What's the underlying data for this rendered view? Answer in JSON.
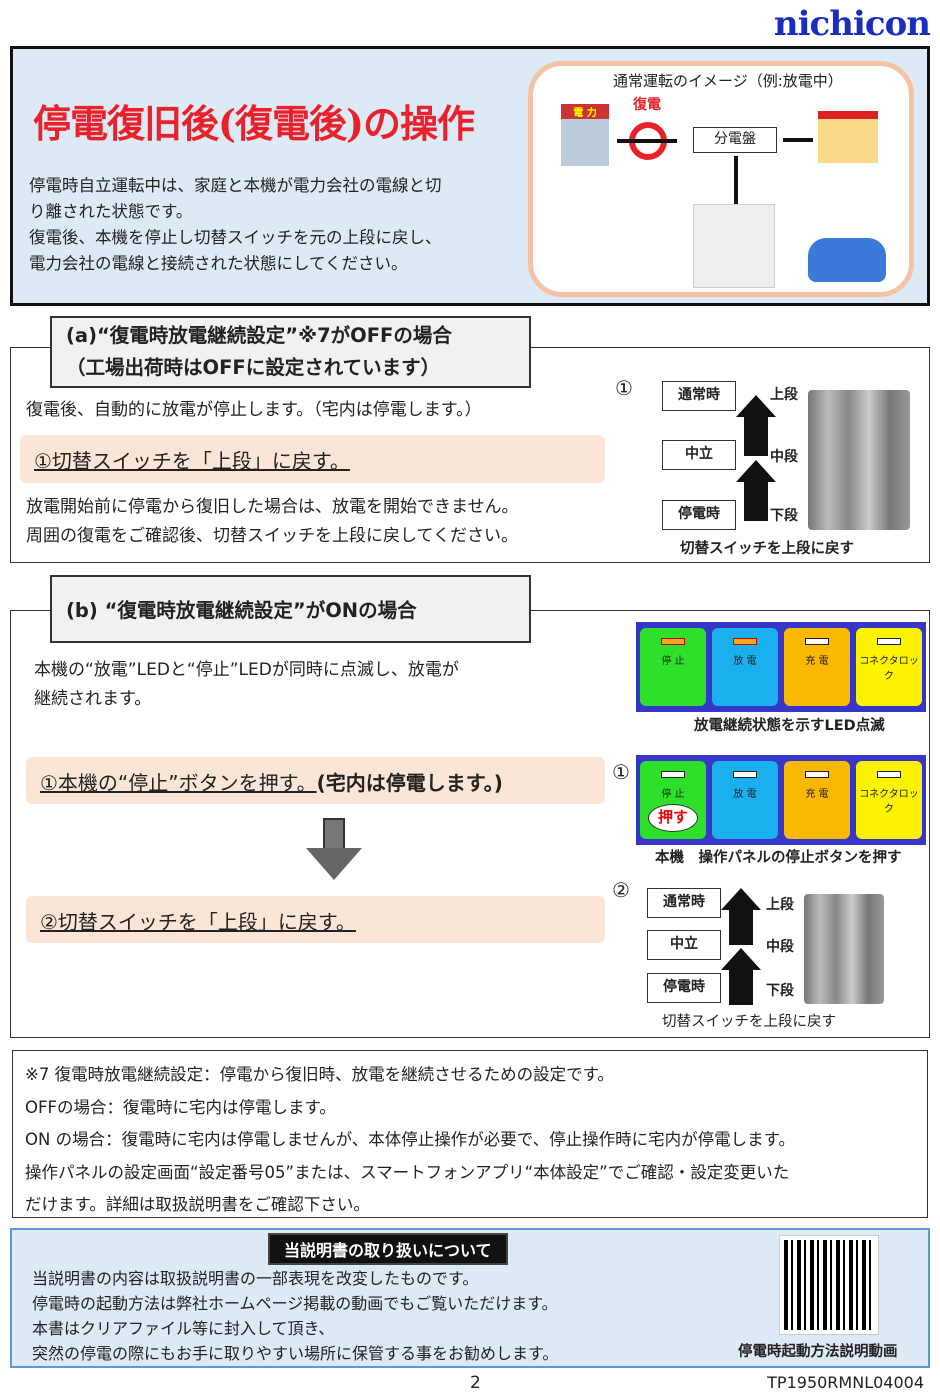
{
  "logo": "nichicon",
  "top": {
    "title": "停電復旧後(復電後)の操作",
    "intro": [
      "停電時自立運転中は、家庭と本機が電力会社の電線と切",
      "り離された状態です。",
      "復電後、本機を停止し切替スイッチを元の上段に戻し、",
      "電力会社の電線と接続された状態にしてください。"
    ],
    "diagram": {
      "title": "通常運転のイメージ（例:放電中）",
      "restore": "復電",
      "building_sign": "電 力",
      "panel": "分電盤"
    }
  },
  "a": {
    "heading1": "(a)“復電時放電継続設定”※7がOFFの場合",
    "heading2": "（工場出荷時はOFFに設定されています）",
    "text1": "復電後、自動的に放電が停止します。（宅内は停電します。）",
    "step1": "①切替スイッチを「上段」に戻す。",
    "text2": [
      "放電開始前に停電から復旧した場合は、放電を開始できません。",
      "周囲の復電をご確認後、切替スイッチを上段に戻してください。"
    ],
    "num": "①",
    "labels": [
      "通常時",
      "中立",
      "停電時"
    ],
    "positions": [
      "上段",
      "中段",
      "下段"
    ],
    "caption": "切替スイッチを上段に戻す"
  },
  "b": {
    "heading": "(b) “復電時放電継続設定”がONの場合",
    "text": [
      "本機の“放電”LEDと“停止”LEDが同時に点滅し、放電が",
      "継続されます。"
    ],
    "step1": "①本機の“停止”ボタンを押す。",
    "step1_suffix": "(宅内は停電します。)",
    "step2": "②切替スイッチを「上段」に戻す。",
    "buttons": [
      "停 止",
      "放 電",
      "充 電",
      "コネクタロック"
    ],
    "panel_caption1": "放電継続状態を示すLED点滅",
    "num1": "①",
    "press": "押す",
    "panel_caption2": "本機　操作パネルの停止ボタンを押す",
    "num2": "②",
    "labels": [
      "通常時",
      "中立",
      "停電時"
    ],
    "positions": [
      "上段",
      "中段",
      "下段"
    ],
    "caption": "切替スイッチを上段に戻す"
  },
  "note": [
    "※7 復電時放電継続設定：停電から復旧時、放電を継続させるための設定です。",
    "OFFの場合：復電時に宅内は停電します。",
    "ON の場合：復電時に宅内は停電しませんが、本体停止操作が必要で、停止操作時に宅内が停電します。",
    "操作パネルの設定画面“設定番号05”または、スマートフォンアプリ“本体設定”でご確認・設定変更いた",
    "だけます。詳細は取扱説明書をご確認下さい。"
  ],
  "bottom": {
    "title": "当説明書の取り扱いについて",
    "lines": [
      "当説明書の内容は取扱説明書の一部表現を改変したものです。",
      "停電時の起動方法は弊社ホームページ掲載の動画でもご覧いただけます。",
      "本書はクリアファイル等に封入して頂き、",
      "突然の停電の際にもお手に取りやすい場所に保管する事をお勧めします。"
    ],
    "qr_caption": "停電時起動方法説明動画"
  },
  "footer": {
    "page": "2",
    "code": "TP1950RMNL04004"
  },
  "colors": {
    "title_red": "#e8212b",
    "logo_blue": "#1a2dbf",
    "panel_blue": "#3636c8"
  }
}
